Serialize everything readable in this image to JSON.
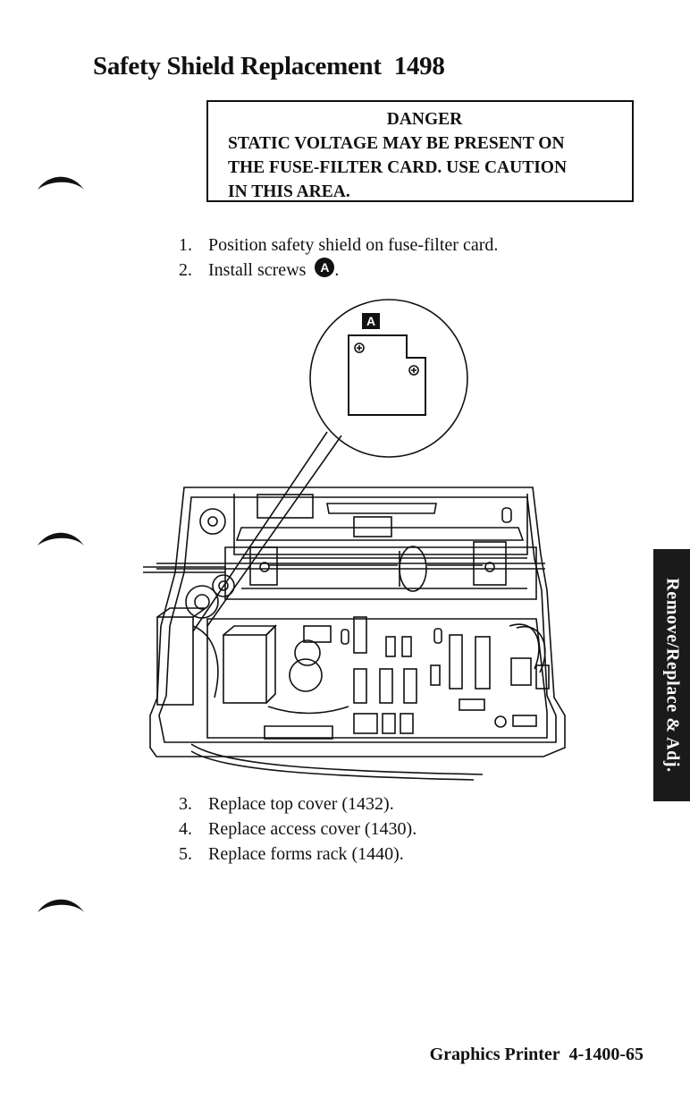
{
  "page": {
    "title": "Safety Shield Replacement",
    "section_number": "1498"
  },
  "danger_box": {
    "heading": "DANGER",
    "lines": [
      "STATIC VOLTAGE MAY BE PRESENT ON",
      "THE FUSE-FILTER CARD. USE CAUTION",
      "IN THIS AREA."
    ]
  },
  "steps_before": [
    {
      "num": "1.",
      "text": "Position safety shield on fuse-filter card."
    },
    {
      "num": "2.",
      "text": "Install screws",
      "callout": "A",
      "suffix": "."
    }
  ],
  "figure": {
    "callout_label": "A"
  },
  "steps_after": [
    {
      "num": "3.",
      "text": "Replace top cover (1432)."
    },
    {
      "num": "4.",
      "text": "Replace access cover (1430)."
    },
    {
      "num": "5.",
      "text": "Replace forms rack (1440)."
    }
  ],
  "side_tab": {
    "label": "Remove/Replace & Adj."
  },
  "footer": {
    "product": "Graphics Printer",
    "page_number": "4-1400-65"
  }
}
